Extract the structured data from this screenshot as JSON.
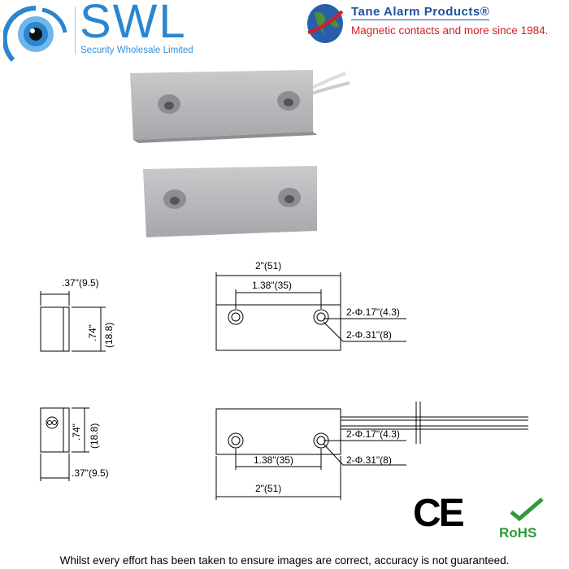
{
  "header": {
    "brand_name": "SWL",
    "brand_subtitle": "Security Wholesale Limited",
    "partner_name": "Tane Alarm Products®",
    "partner_tagline": "Magnetic contacts and more since 1984."
  },
  "drawing": {
    "top_width": ".37\"(9.5)",
    "top_height_in": ".74\"",
    "top_height_mm": "(18.8)",
    "top_length": "2\"(51)",
    "top_hole_spacing": "1.38\"(35)",
    "top_hole_inner": "2-Φ.17\"(4.3)",
    "top_hole_outer": "2-Φ.31\"(8)",
    "bottom_width": ".37\"(9.5)",
    "bottom_height_in": ".74\"",
    "bottom_height_mm": "(18.8)",
    "bottom_length": "2\"(51)",
    "bottom_hole_spacing": "1.38\"(35)",
    "bottom_hole_inner": "2-Φ.17\"(4.3)",
    "bottom_hole_outer": "2-Φ.31\"(8)"
  },
  "certifications": {
    "ce": "CE",
    "rohs": "RoHS"
  },
  "footer": {
    "disclaimer": "Whilst every effort has been taken to ensure images are correct, accuracy is not guaranteed."
  }
}
